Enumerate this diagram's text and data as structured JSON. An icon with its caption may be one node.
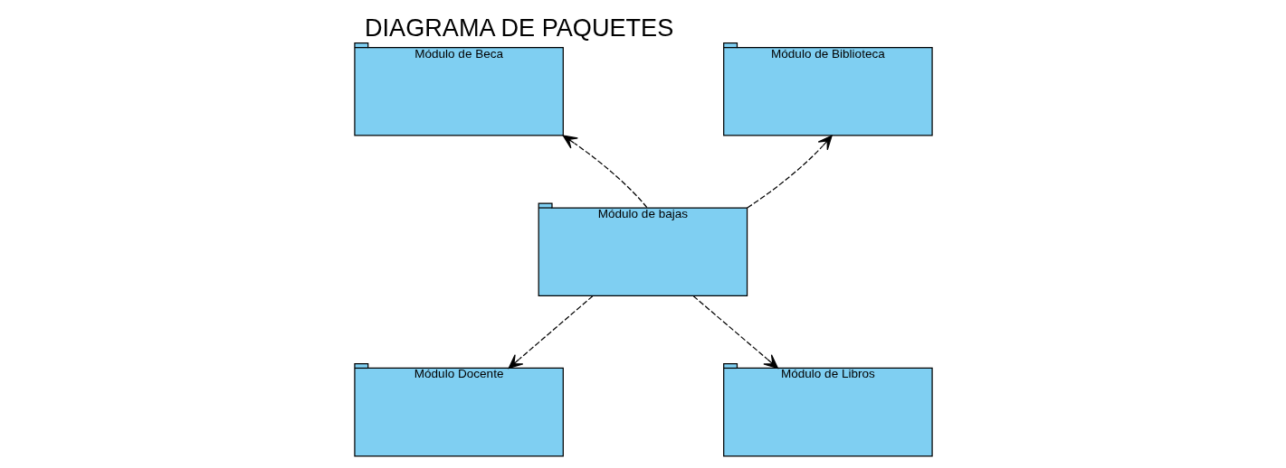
{
  "diagram": {
    "title": "DIAGRAMA DE PAQUETES",
    "nodes": [
      {
        "text": [
          "Módulo de Beca"
        ]
      },
      {
        "text": [
          "Módulo de Biblioteca"
        ]
      },
      {
        "text": [
          "Módulo de bajas"
        ]
      },
      {
        "text": [
          "Módulo Docente"
        ]
      },
      {
        "text": [
          "Módulo de Libros"
        ]
      }
    ],
    "edges": [
      {
        "from": 2,
        "to": 0,
        "arrow": "to",
        "style": "dashed"
      },
      {
        "from": 2,
        "to": 1,
        "arrow": "to",
        "style": "dashed"
      },
      {
        "from": 2,
        "to": 3,
        "arrow": "to",
        "style": "dashed"
      },
      {
        "from": 2,
        "to": 4,
        "arrow": "to",
        "style": "dashed"
      }
    ]
  }
}
